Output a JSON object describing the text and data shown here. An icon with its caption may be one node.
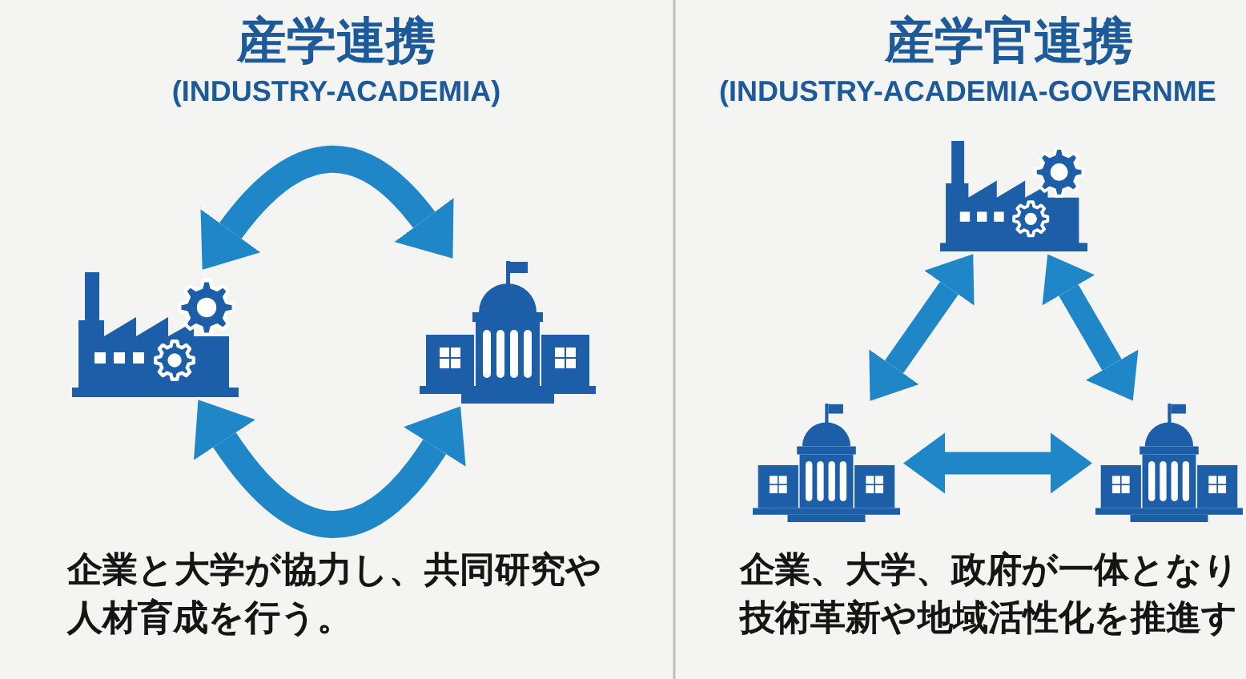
{
  "diagram": {
    "nodes": [
      {
        "text": [],
        "shape": "picture"
      },
      {
        "text": [],
        "shape": "picture"
      },
      {
        "text": [],
        "shape": "picture"
      },
      {
        "text": [],
        "shape": "picture"
      },
      {
        "text": [],
        "shape": "picture"
      }
    ],
    "edges": [
      {
        "from": 0,
        "to": 1,
        "arrow": "both"
      },
      {
        "from": 1,
        "to": 0,
        "arrow": "both"
      },
      {
        "from": 2,
        "to": 3,
        "arrow": "both"
      },
      {
        "from": 2,
        "to": 4,
        "arrow": "both"
      },
      {
        "from": 3,
        "to": 4,
        "arrow": "both"
      }
    ],
    "labels": [
      "産学連携",
      "(INDUSTRY-ACADEMIA)",
      "企業と大学が協力し、共同研究や人材育成を行う。",
      "産学官連携",
      "(INDUSTRY-ACADEMIA-GOVERNME",
      "企業、大学、政府が一体となり技術革新や地域活性化を推進す"
    ]
  }
}
